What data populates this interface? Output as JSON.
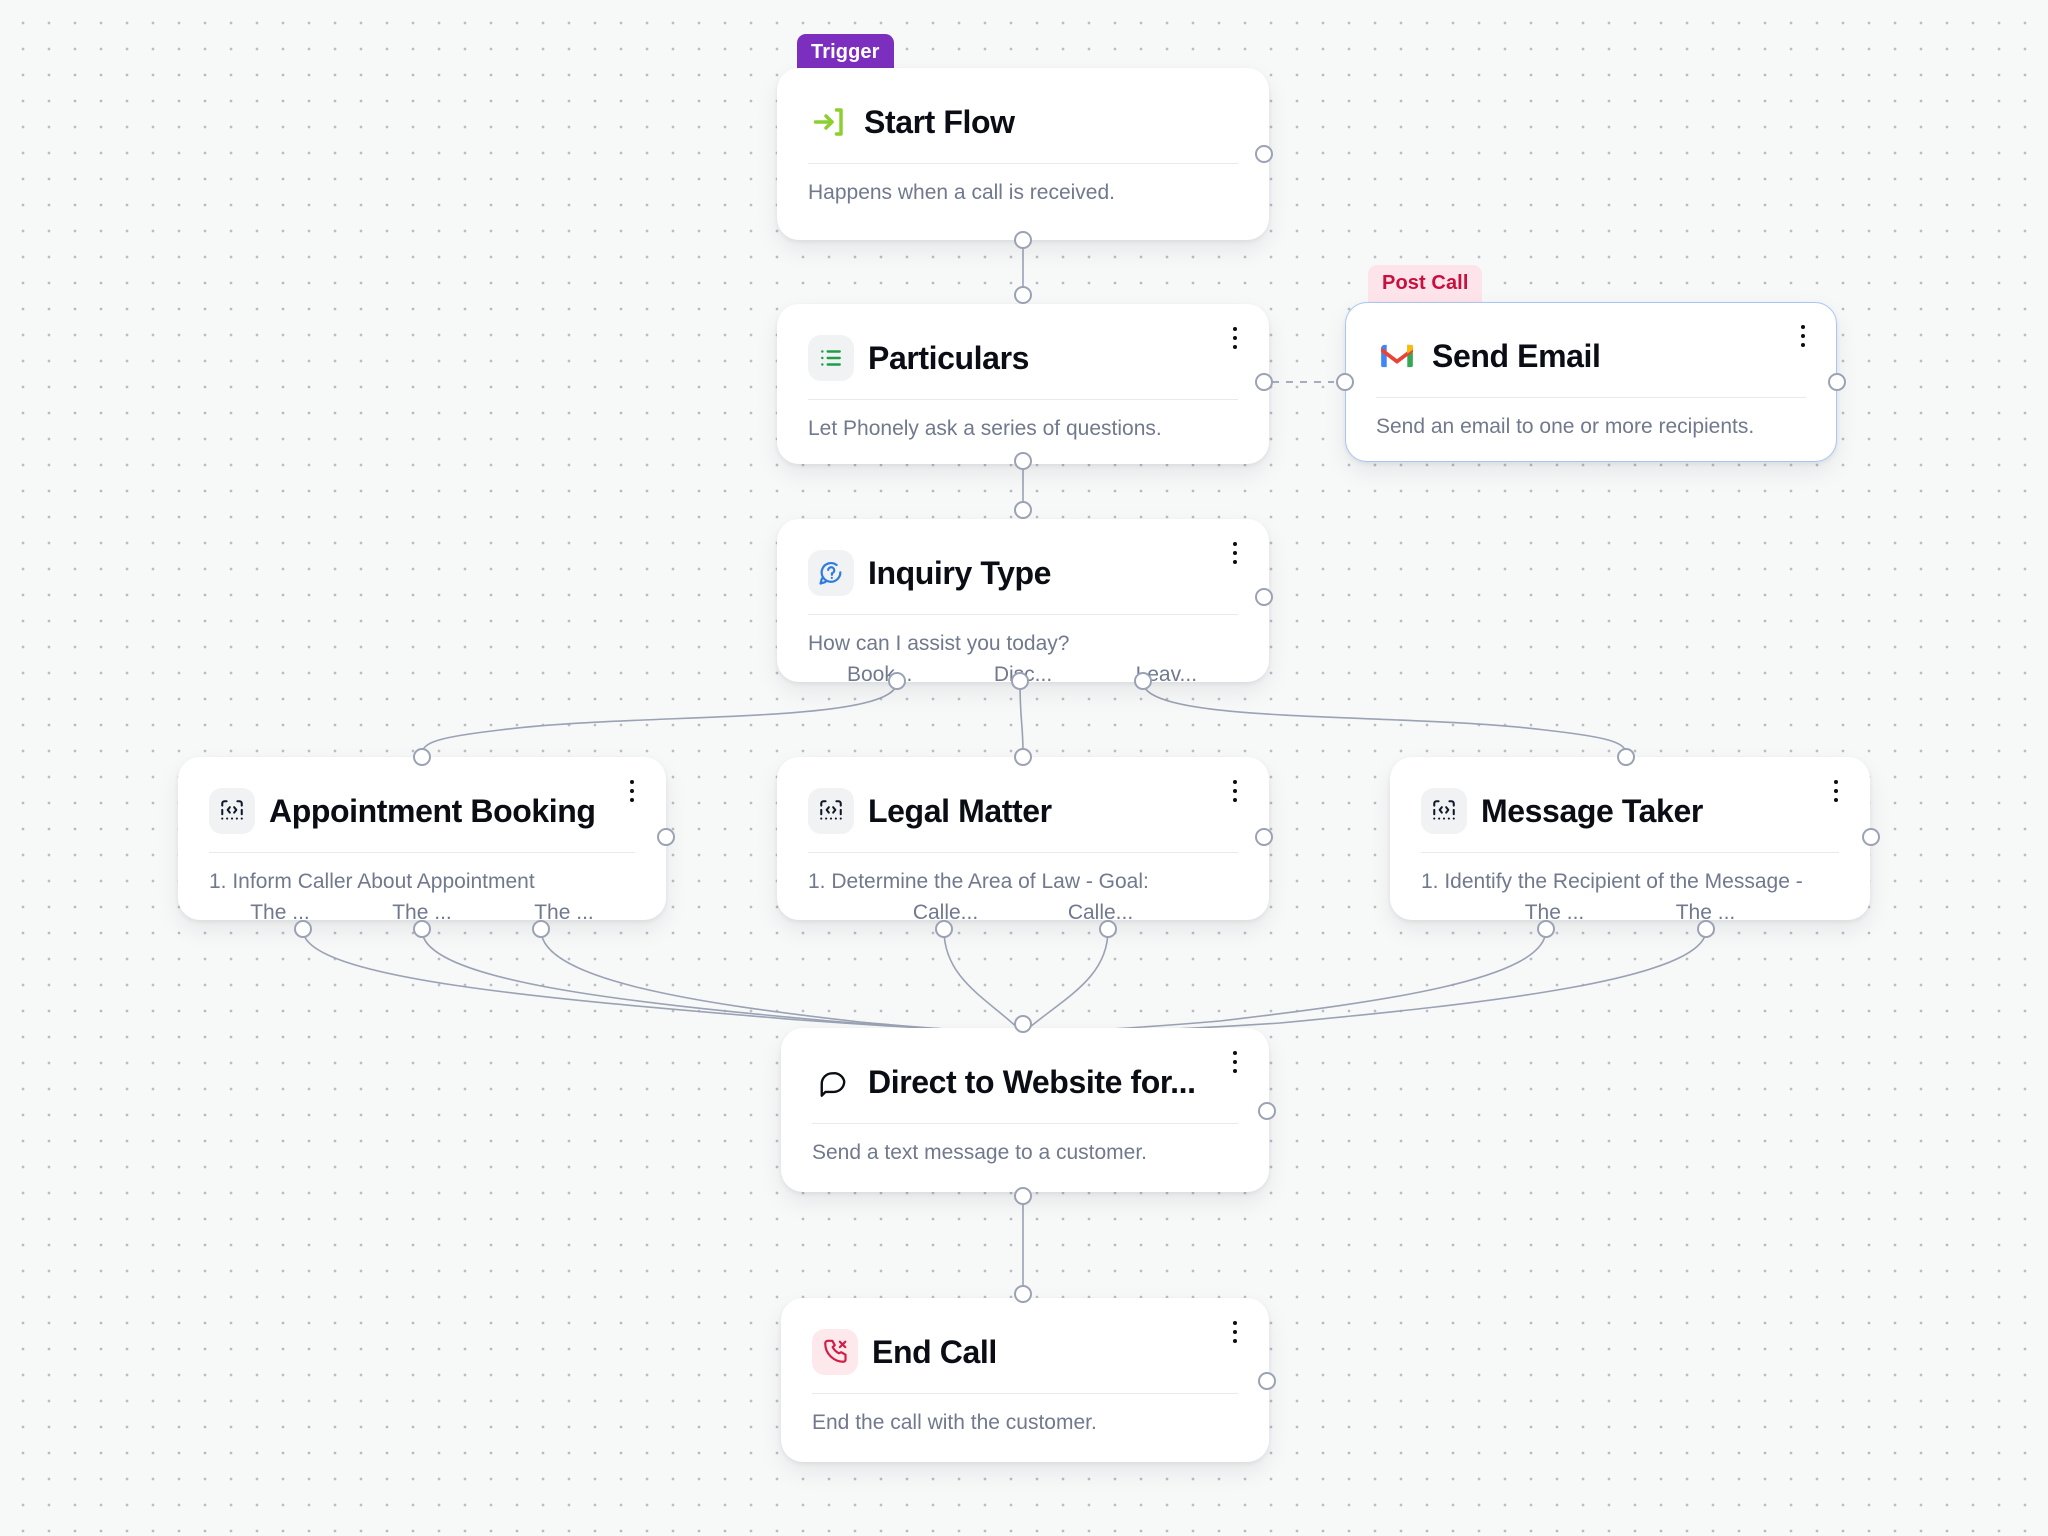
{
  "canvas": {
    "background_color": "#f7f8f8",
    "dot_color": "#b9bcc4"
  },
  "badges": {
    "trigger": "Trigger",
    "post_call": "Post Call",
    "trigger_color": "#7c2fbe",
    "post_call_color": "#c8103f"
  },
  "nodes": {
    "start_flow": {
      "title": "Start Flow",
      "description": "Happens when a call is received.",
      "icon": "arrow-into-bracket-icon"
    },
    "particulars": {
      "title": "Particulars",
      "description": "Let Phonely ask a series of questions.",
      "icon": "list-checklist-icon"
    },
    "send_email": {
      "title": "Send Email",
      "description": "Send an email to one or more recipients.",
      "icon": "gmail-icon"
    },
    "inquiry_type": {
      "title": "Inquiry Type",
      "description": "How can I assist you today?",
      "icon": "question-bubble-icon",
      "branches": [
        "Book...",
        "Disc...",
        "Leav..."
      ]
    },
    "appointment_booking": {
      "title": "Appointment Booking",
      "description": "1. Inform Caller About Appointment",
      "icon": "agent-code-icon",
      "branches": [
        "The ...",
        "The ...",
        "The ..."
      ]
    },
    "legal_matter": {
      "title": "Legal Matter",
      "description": "1. Determine the Area of Law - Goal:",
      "icon": "agent-code-icon",
      "branches": [
        "Calle...",
        "Calle..."
      ]
    },
    "message_taker": {
      "title": "Message Taker",
      "description": "1. Identify the Recipient of the Message -",
      "icon": "agent-code-icon",
      "branches": [
        "The ...",
        "The ..."
      ]
    },
    "direct_to_website": {
      "title": "Direct to Website for...",
      "description": "Send a text message to a customer.",
      "icon": "speech-bubble-icon"
    },
    "end_call": {
      "title": "End Call",
      "description": "End the call with the customer.",
      "icon": "phone-hangup-icon"
    }
  }
}
